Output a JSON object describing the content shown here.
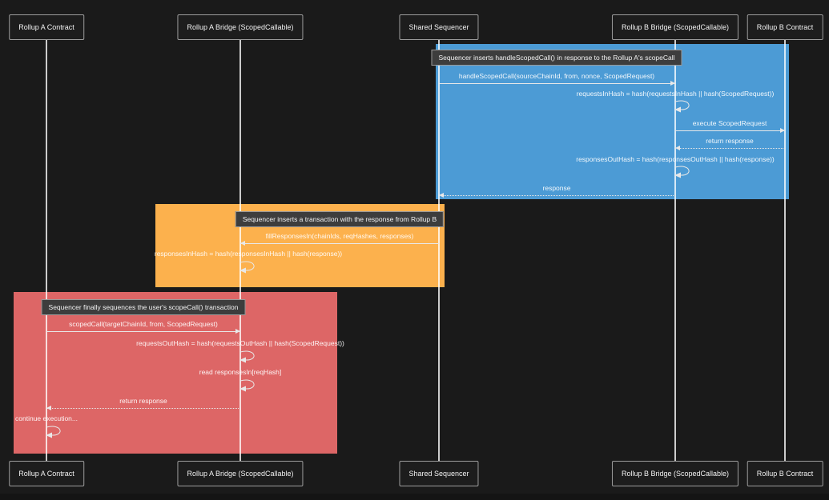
{
  "participants": [
    {
      "label": "Rollup A Contract"
    },
    {
      "label": "Rollup A Bridge (ScopedCallable)"
    },
    {
      "label": "Shared Sequencer"
    },
    {
      "label": "Rollup B Bridge (ScopedCallable)"
    },
    {
      "label": "Rollup B Contract"
    }
  ],
  "phases": {
    "rollup_b_execution": {
      "color": "#4c9bd5",
      "note": "Sequencer inserts handleScopedCall() in response to the Rollup A's scopeCall",
      "messages": {
        "handle_scoped_call": "handleScopedCall(sourceChainId, from, nonce, ScopedRequest)",
        "requests_in_hash": "requestsInHash = hash(requestsInHash || hash(ScopedRequest))",
        "execute_scoped_request": "execute ScopedRequest",
        "return_response": "return response",
        "responses_out_hash": "responsesOutHash = hash(responsesOutHash || hash(response))",
        "response": "response"
      }
    },
    "fill_responses": {
      "color": "#fcb14d",
      "note": "Sequencer inserts a transaction with the response from Rollup B",
      "messages": {
        "fill_responses_in": "fillResponsesIn(chainIds, reqHashes, responses)",
        "responses_in_hash": "responsesInHash = hash(responsesInHash || hash(response))"
      }
    },
    "scoped_call_sequencing": {
      "color": "#dd6666",
      "note": "Sequencer finally sequences the user's scopeCall() transaction",
      "messages": {
        "scoped_call": "scopedCall(targetChainId, from, ScopedRequest)",
        "requests_out_hash": "requestsOutHash = hash(requestsOutHash || hash(ScopedRequest))",
        "read_responses_in": "read responsesIn[reqHash]",
        "return_response": "return response",
        "continue_execution": "continue execution..."
      }
    }
  },
  "colors": {
    "background": "#1a1a1a",
    "lifeline": "#e8e8e8",
    "arrow": "#e8e8e8",
    "note_background": "#3d3d3d",
    "actor_background": "#1d1d1d",
    "phase_blue": "#4c9bd5",
    "phase_orange": "#fcb14d",
    "phase_red": "#dd6666"
  }
}
